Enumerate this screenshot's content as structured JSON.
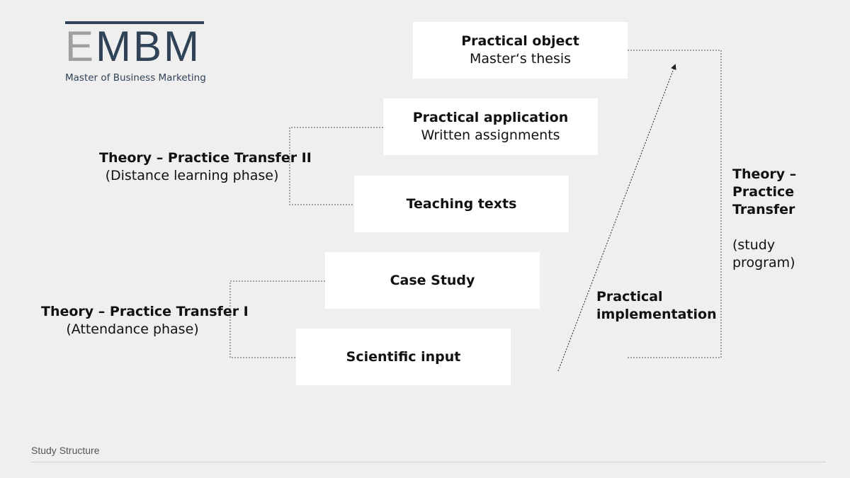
{
  "logo": {
    "letter_e": "E",
    "letters_rest": "MBM",
    "subtitle": "Master of Business Marketing"
  },
  "boxes": [
    {
      "title": "Practical object",
      "subtitle": "Master‘s thesis"
    },
    {
      "title": "Practical application",
      "subtitle": "Written assignments"
    },
    {
      "title": "Teaching texts",
      "subtitle": ""
    },
    {
      "title": "Case Study",
      "subtitle": ""
    },
    {
      "title": "Scientific input",
      "subtitle": ""
    }
  ],
  "transfer_ii": {
    "title": "Theory – Practice Transfer II",
    "subtitle": "(Distance learning  phase)"
  },
  "transfer_i": {
    "title": "Theory – Practice Transfer I",
    "subtitle": "(Attendance phase)"
  },
  "transfer_program": {
    "line1": "Theory –",
    "line2": "Practice",
    "line3": "Transfer",
    "line4": "(study",
    "line5": "program)"
  },
  "implementation": {
    "line1": "Practical",
    "line2": "implementation"
  },
  "footer": {
    "title": "Study Structure"
  },
  "colors": {
    "background": "#efefef",
    "box": "#ffffff",
    "brand": "#2f4256",
    "logo_e": "#a0a0a0"
  }
}
